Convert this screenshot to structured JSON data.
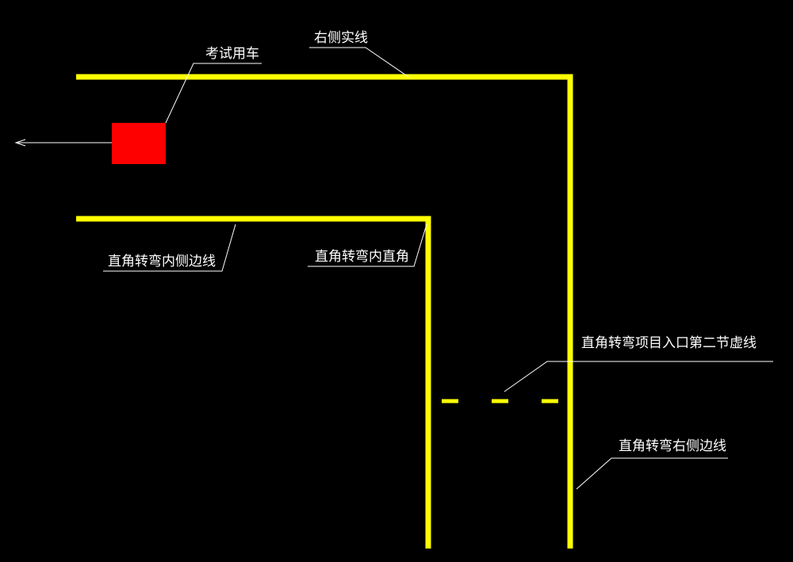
{
  "labels": {
    "test_car": "考试用车",
    "right_solid_line": "右侧实线",
    "inner_edge_line": "直角转弯内侧边线",
    "inner_right_angle": "直角转弯内直角",
    "entry_dashed_line": "直角转弯项目入口第二节虚线",
    "right_edge_line": "直角转弯右侧边线"
  },
  "colors": {
    "background": "#000000",
    "lane_line": "#ffff00",
    "car": "#ff0000",
    "leader_line": "#ffffff",
    "label_text": "#ffffff"
  }
}
